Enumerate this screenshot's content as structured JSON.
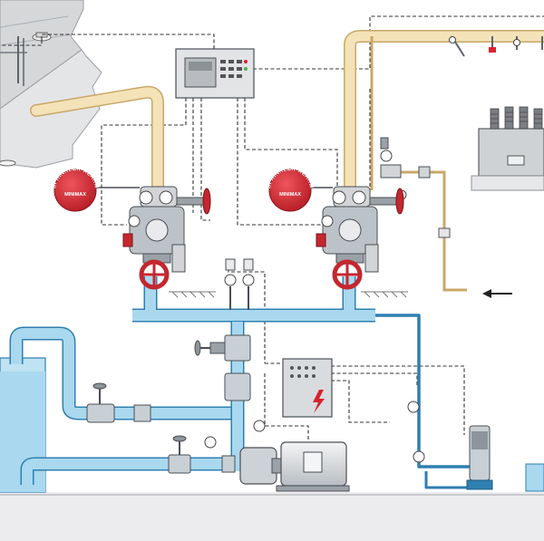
{
  "alarm_bells": [
    {
      "arc_text": "SPRINKLER-ALARM",
      "brand": "MINIMAX"
    },
    {
      "arc_text": "SPRINKLER-ALARM",
      "brand": "MINIMAX"
    }
  ],
  "colors": {
    "water_pipe": "#a9d8ef",
    "water_outline": "#2f7fb1",
    "air_pipe": "#f4e2b8",
    "air_outline": "#c9a86a",
    "valve_red": "#c4272f",
    "alarm_red": "#d9232e",
    "signal_line": "#333333",
    "tank_water": "#bfe3f3",
    "ground": "#e9eaec",
    "ceiling": "#d4d6d8",
    "equipment_grey": "#dcdfe2"
  },
  "icons": [
    "smoke-detector-icon",
    "sprinkler-head-icon",
    "lightning-icon",
    "arrow-left-icon",
    "pressure-gauge-icon"
  ]
}
